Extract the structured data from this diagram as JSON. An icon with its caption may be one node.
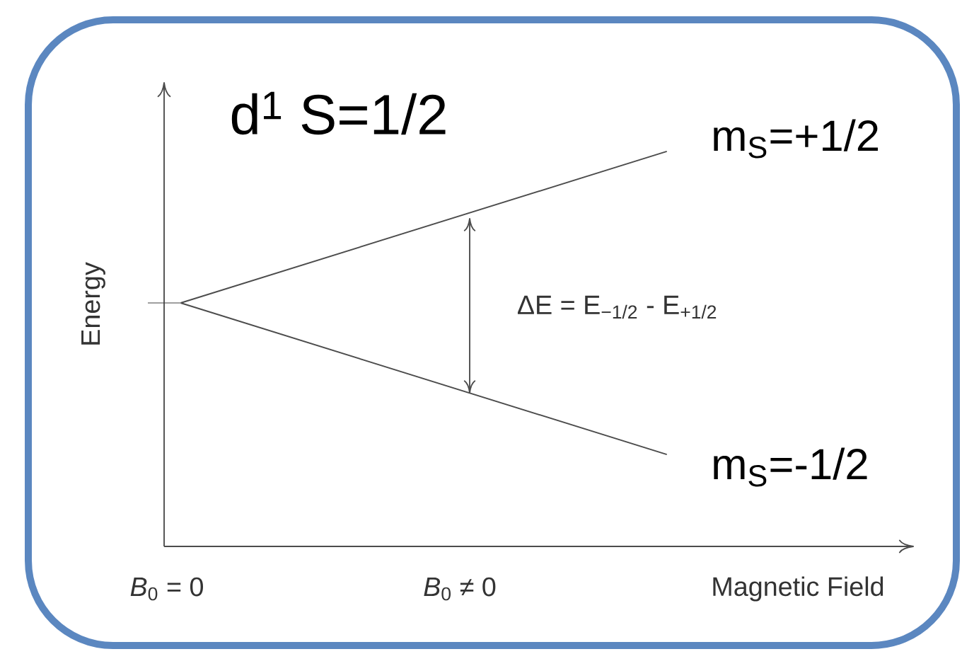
{
  "diagram": {
    "title": "d$^{1}$ S=1/2",
    "nodes": [
      {
        "text": [],
        "shape": "bar"
      },
      {
        "text": [
          "m$_{S}$=+1/2"
        ]
      },
      {
        "text": [
          "m$_{S}$=-1/2"
        ]
      }
    ],
    "edges": [
      {
        "from": 0,
        "to": 1,
        "arrow": "none"
      },
      {
        "from": 0,
        "to": 2,
        "arrow": "none"
      }
    ],
    "labels": [
      "Energy",
      "ΔE = E$_{−1/2}$ - E$_{+1/2}$",
      "*B*$_{0}$ = 0",
      "*B*$_{0}$ ≠ 0",
      "Magnetic Field"
    ]
  }
}
